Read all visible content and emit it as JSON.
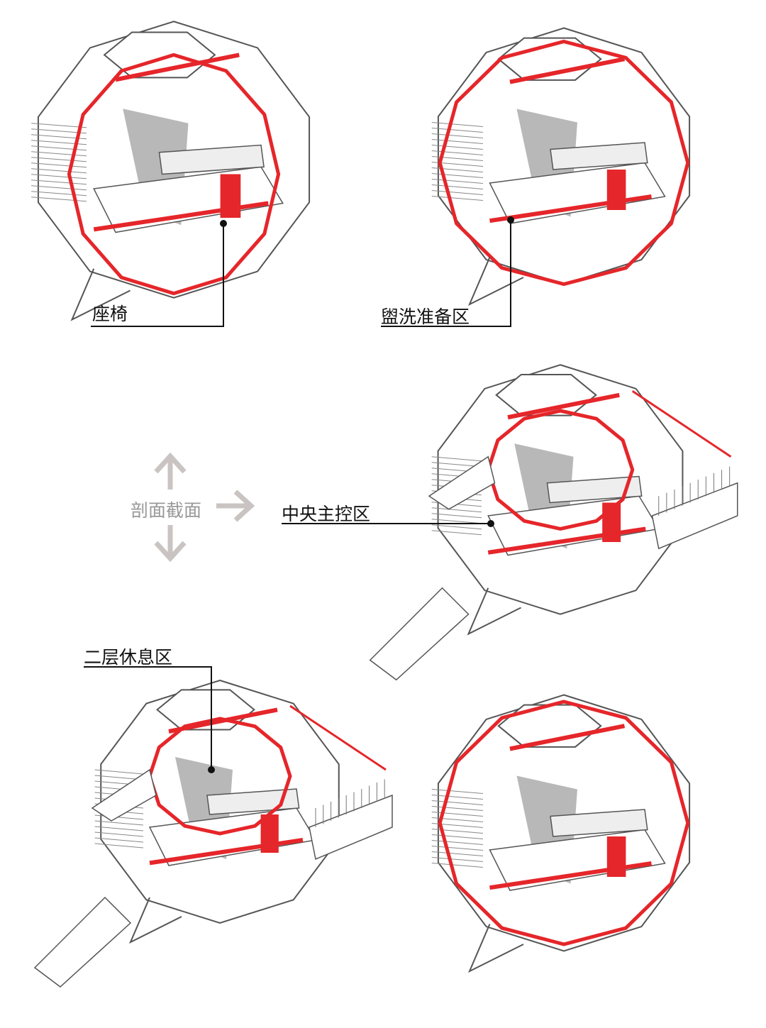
{
  "labels": {
    "seat": "座椅",
    "wash_prep": "盥洗准备区",
    "section": "剖面截面",
    "central_control": "中央主控区",
    "second_floor_rest": "二层休息区"
  },
  "colors": {
    "section_red": "#e5262a",
    "line": "#555555",
    "shade": "#9a9a9a",
    "arrow": "#c9c4c2",
    "label": "#111111"
  }
}
